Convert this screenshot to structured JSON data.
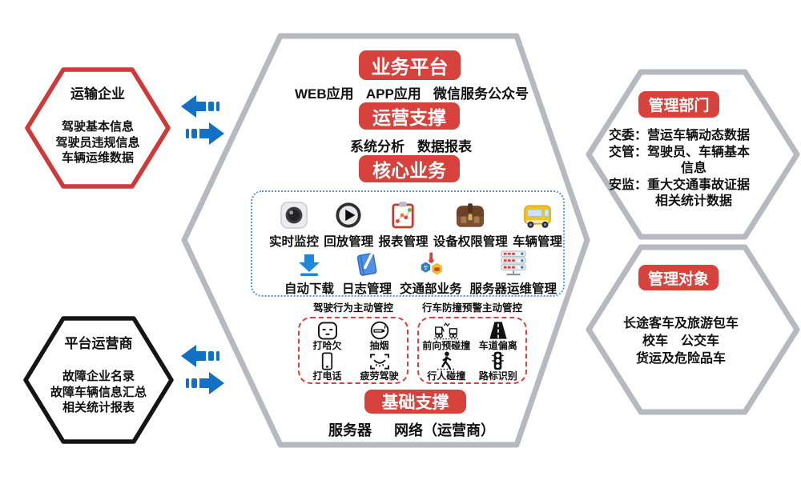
{
  "colors": {
    "banner_red": "#d8423d",
    "hex_gray": "#b6bac0",
    "hex_red": "#ce3a38",
    "hex_black": "#151515",
    "arrow_blue": "#1371c3",
    "dashed_blue": "#5596d8",
    "dashed_red": "#e23c3a"
  },
  "left_top_hex": {
    "title": "运输企业",
    "lines": [
      "驾驶基本信息",
      "驾驶员违规信息",
      "车辆运维数据"
    ]
  },
  "left_bottom_hex": {
    "title": "平台运营商",
    "lines": [
      "故障企业名录",
      "故障车辆信息汇总",
      "相关统计报表"
    ]
  },
  "right_top_hex": {
    "banner": "管理部门",
    "lines": [
      "交委：营运车辆动态数据",
      "交管：驾驶员、车辆基本",
      "信息",
      "安监：重大交通事故证据",
      "相关统计数据"
    ]
  },
  "right_bottom_hex": {
    "banner": "管理对象",
    "lines": [
      "长途客车及旅游包车",
      "校车　公交车",
      "货运及危险品车"
    ]
  },
  "center_hex": {
    "business_platform": {
      "banner": "业务平台",
      "items": [
        "WEB应用",
        "APP应用",
        "微信服务公众号"
      ]
    },
    "operation_support": {
      "banner": "运营支撑",
      "items": [
        "系统分析",
        "数据报表"
      ]
    },
    "core_business": {
      "banner": "核心业务",
      "row1": [
        {
          "label": "实时监控",
          "icon": "camera-icon"
        },
        {
          "label": "回放管理",
          "icon": "play-icon"
        },
        {
          "label": "报表管理",
          "icon": "report-clipboard-icon"
        },
        {
          "label": "设备权限管理",
          "icon": "satchel-icon"
        },
        {
          "label": "车辆管理",
          "icon": "bus-icon"
        }
      ],
      "row2": [
        {
          "label": "自动下载",
          "icon": "download-arrow-icon"
        },
        {
          "label": "日志管理",
          "icon": "notebook-icon"
        },
        {
          "label": "交通部业务",
          "icon": "toolbox-icon"
        },
        {
          "label": "服务器运维管理",
          "icon": "server-stack-icon"
        }
      ]
    },
    "driver_behavior": {
      "title": "驾驶行为主动管控",
      "items": [
        {
          "label": "打哈欠",
          "icon": "yawn-face-icon"
        },
        {
          "label": "抽烟",
          "icon": "smoking-icon"
        },
        {
          "label": "打电话",
          "icon": "phone-icon"
        },
        {
          "label": "疲劳驾驶",
          "icon": "fatigue-eye-icon"
        }
      ]
    },
    "collision_warning": {
      "title": "行车防撞预警主动管控",
      "items": [
        {
          "label": "前向预碰撞",
          "icon": "forward-collision-icon"
        },
        {
          "label": "车道偏离",
          "icon": "lane-departure-icon"
        },
        {
          "label": "行人碰撞",
          "icon": "pedestrian-icon"
        },
        {
          "label": "路标识别",
          "icon": "traffic-light-icon"
        }
      ]
    },
    "base_support": {
      "banner": "基础支撑",
      "items": [
        "服务器",
        "网络（运营商）"
      ]
    }
  }
}
